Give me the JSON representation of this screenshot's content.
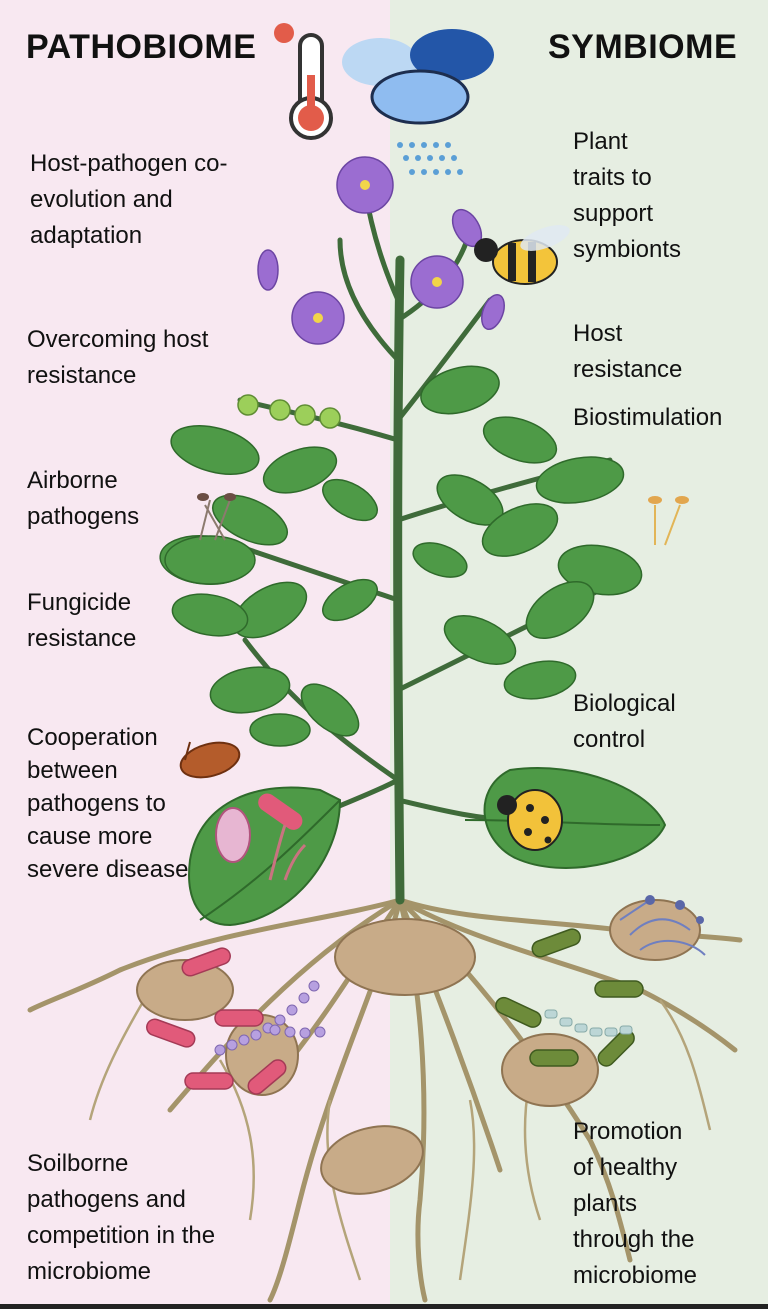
{
  "titles": {
    "left": "PATHOBIOME",
    "right": "SYMBIOME"
  },
  "left_labels": [
    "Host-pathogen co-\nevolution and\nadaptation",
    "Overcoming host\nresistance",
    "Airborne\npathogens",
    "Fungicide\nresistance",
    "Cooperation\nbetween\npathogens to\ncause more\nsevere disease",
    "Soilborne\npathogens and\ncompetition in the\nmicrobiome"
  ],
  "right_labels": [
    "Plant\ntraits to\nsupport\nsymbionts",
    "Host\nresistance",
    "Biostimulation",
    "Biological\ncontrol",
    "Promotion\nof healthy\nplants\nthrough the\nmicrobiome"
  ],
  "colors": {
    "pathobiome_bg": "#f8e8f1",
    "symbiome_bg": "#e6eee2",
    "stem": "#3f6b3a",
    "leaf": "#4e9a47",
    "flower": "#9b6dd1",
    "tuber": "#c8ab88",
    "root": "#a4946a"
  }
}
